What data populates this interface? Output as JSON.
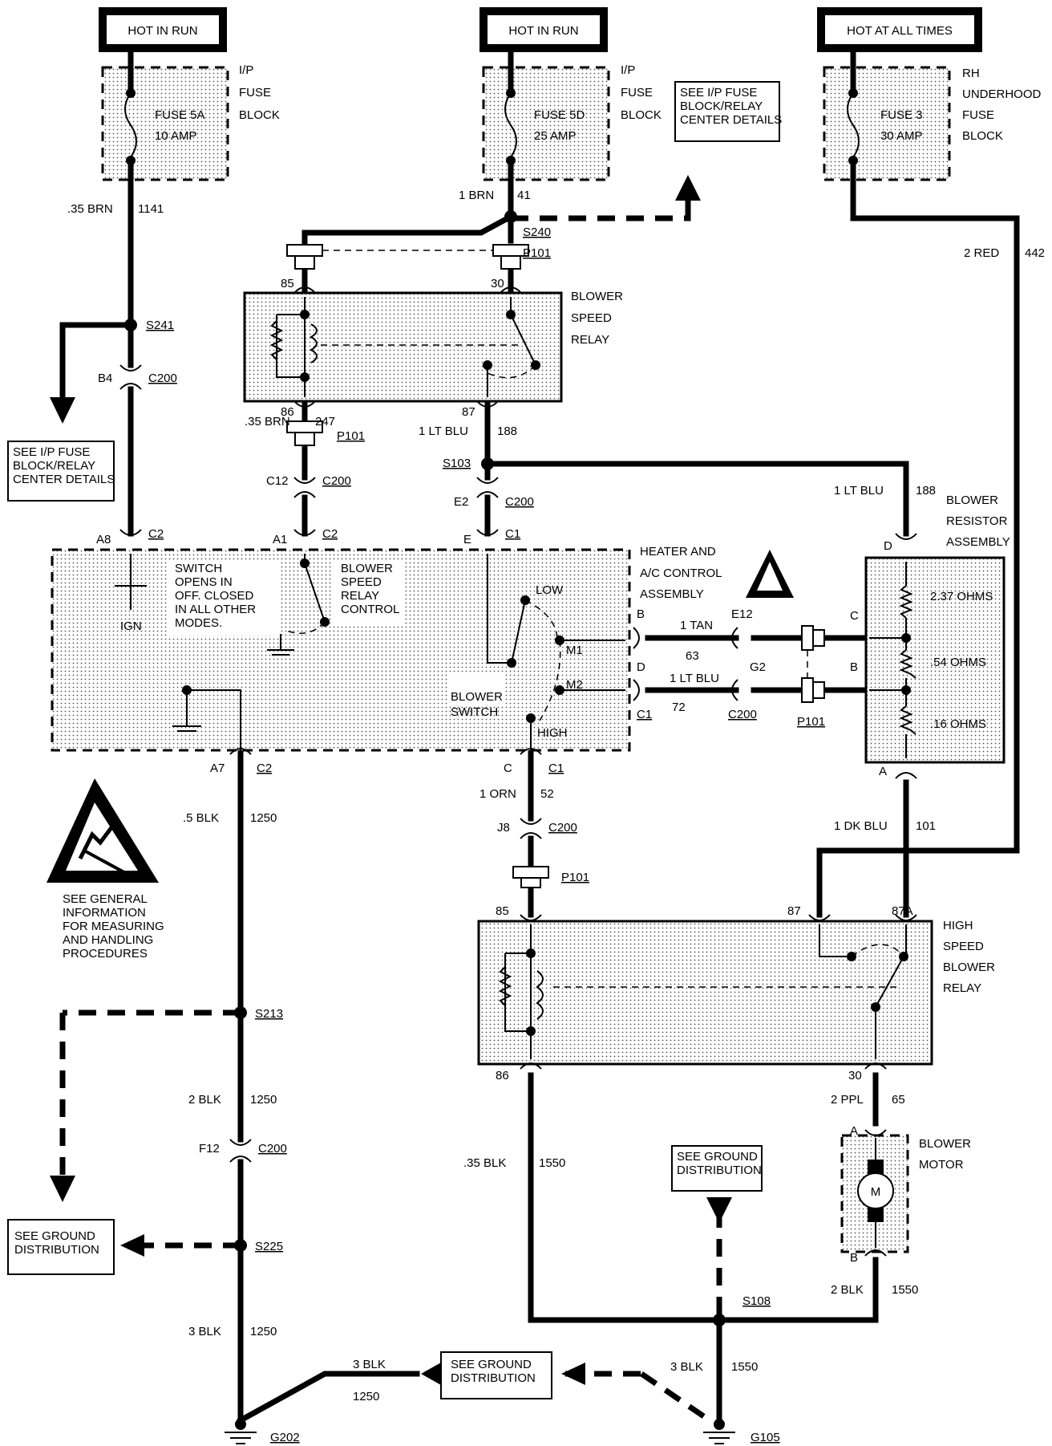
{
  "sources": {
    "hot_run_1": "HOT IN RUN",
    "hot_run_2": "HOT IN RUN",
    "hot_all": "HOT AT ALL TIMES"
  },
  "fuses": {
    "f5a_name": "FUSE 5A",
    "f5a_amp": "10 AMP",
    "f5d_name": "FUSE 5D",
    "f5d_amp": "25 AMP",
    "f3_name": "FUSE 3",
    "f3_amp": "30 AMP",
    "ip_1": "I/P",
    "ip_2": "FUSE",
    "ip_3": "BLOCK",
    "rh_1": "RH",
    "rh_2": "UNDERHOOD",
    "rh_3": "FUSE",
    "rh_4": "BLOCK"
  },
  "notes": {
    "ipfuse_a_1": "SEE I/P FUSE",
    "ipfuse_a_2": "BLOCK/RELAY",
    "ipfuse_a_3": "CENTER DETAILS",
    "ipfuse_b_1": "SEE I/P FUSE",
    "ipfuse_b_2": "BLOCK/RELAY",
    "ipfuse_b_3": "CENTER DETAILS",
    "gnd_1a": "SEE GROUND",
    "gnd_1b": "DISTRIBUTION",
    "gnd_2a": "SEE GROUND",
    "gnd_2b": "DISTRIBUTION",
    "gnd_3a": "SEE GROUND",
    "gnd_3b": "DISTRIBUTION",
    "esd_1": "SEE GENERAL",
    "esd_2": "INFORMATION",
    "esd_3": "FOR MEASURING",
    "esd_4": "AND HANDLING",
    "esd_5": "PROCEDURES"
  },
  "wires": {
    "w1141_g": ".35 BRN",
    "w1141_n": "1141",
    "w41_g": "1 BRN",
    "w41_n": "41",
    "w442_g": "2 RED",
    "w442_n": "442",
    "w247_g": ".35 BRN",
    "w247_n": "247",
    "w188_g": "1 LT BLU",
    "w188_n": "188",
    "w188b_g": "1 LT BLU",
    "w188b_n": "188",
    "w63_g": "1 TAN",
    "w63_n": "63",
    "w72_g": "1 LT BLU",
    "w72_n": "72",
    "w52_g": "1 ORN",
    "w52_n": "52",
    "w101_g": "1 DK BLU",
    "w101_n": "101",
    "w1250a_g": ".5 BLK",
    "w1250a_n": "1250",
    "w1250b_g": "2 BLK",
    "w1250b_n": "1250",
    "w1250c_g": "3 BLK",
    "w1250c_n": "1250",
    "w1250d_g": "3 BLK",
    "w1250d_n": "1250",
    "w1550a_g": ".35 BLK",
    "w1550a_n": "1550",
    "w1550b_g": "2 BLK",
    "w1550b_n": "1550",
    "w1550c_g": "3 BLK",
    "w1550c_n": "1550",
    "w65_g": "2 PPL",
    "w65_n": "65"
  },
  "splices": {
    "s241": "S241",
    "s240": "S240",
    "s103": "S103",
    "s213": "S213",
    "s225": "S225",
    "s108": "S108",
    "g202": "G202",
    "g105": "G105"
  },
  "connectors": {
    "p101": "P101",
    "c200": "C200",
    "c1": "C1",
    "c2": "C2",
    "b4": "B4",
    "c12": "C12",
    "e2": "E2",
    "a8": "A8",
    "a1": "A1",
    "e": "E",
    "a7": "A7",
    "c": "C",
    "j8": "J8",
    "f12": "F12",
    "e12": "E12",
    "g2": "G2",
    "b": "B",
    "d": "D",
    "a": "A",
    "pin85": "85",
    "pin86": "86",
    "pin87": "87",
    "pin87a": "87A",
    "pin30": "30"
  },
  "relays": {
    "bsr_1": "BLOWER",
    "bsr_2": "SPEED",
    "bsr_3": "RELAY",
    "hsr_1": "HIGH",
    "hsr_2": "SPEED",
    "hsr_3": "BLOWER",
    "hsr_4": "RELAY"
  },
  "control": {
    "title_1": "HEATER AND",
    "title_2": "A/C CONTROL",
    "title_3": "ASSEMBLY",
    "sw_1": "SWITCH",
    "sw_2": "OPENS IN",
    "sw_3": "OFF.  CLOSED",
    "sw_4": "IN ALL OTHER",
    "sw_5": "MODES.",
    "bsrc_1": "BLOWER",
    "bsrc_2": "SPEED",
    "bsrc_3": "RELAY",
    "bsrc_4": "CONTROL",
    "ign": "IGN",
    "low": "LOW",
    "m1": "M1",
    "m2": "M2",
    "high": "HIGH",
    "bsw_1": "BLOWER",
    "bsw_2": "SWITCH"
  },
  "resistor": {
    "t1": "BLOWER",
    "t2": "RESISTOR",
    "t3": "ASSEMBLY",
    "r1": "2.37 OHMS",
    "r2": ".54 OHMS",
    "r3": ".16 OHMS"
  },
  "motor": {
    "t1": "BLOWER",
    "t2": "MOTOR",
    "m": "M"
  }
}
